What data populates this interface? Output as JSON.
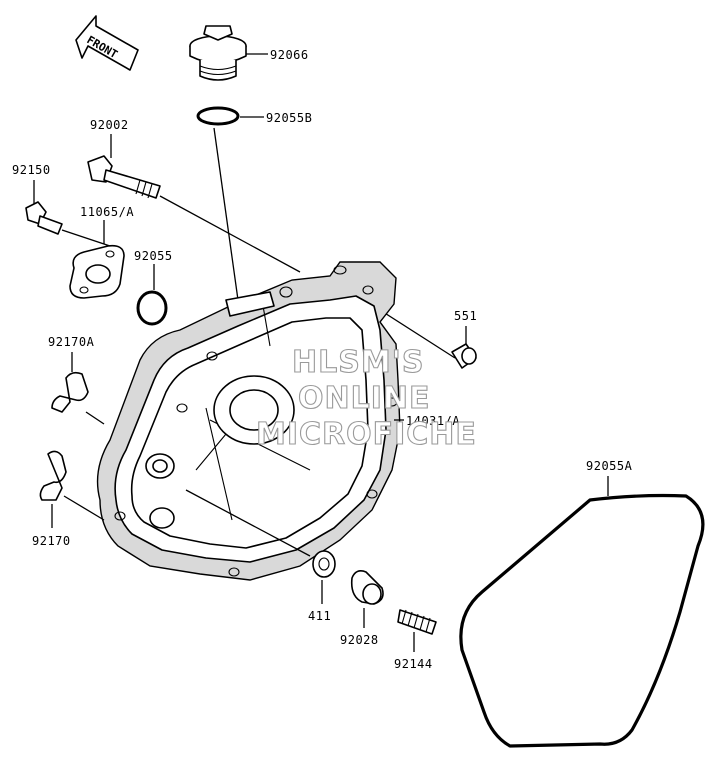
{
  "front_label": "FRONT",
  "watermark": {
    "line1": "HLSM'S",
    "line2": "ONLINE",
    "line3": "MICROFICHE"
  },
  "parts": [
    {
      "id": "92066",
      "label": "92066"
    },
    {
      "id": "92055B",
      "label": "92055B"
    },
    {
      "id": "92002",
      "label": "92002"
    },
    {
      "id": "92150",
      "label": "92150"
    },
    {
      "id": "11065A",
      "label": "11065/A"
    },
    {
      "id": "92055",
      "label": "92055"
    },
    {
      "id": "551",
      "label": "551"
    },
    {
      "id": "92170A",
      "label": "92170A"
    },
    {
      "id": "14031A",
      "label": "14031/A"
    },
    {
      "id": "92055A",
      "label": "92055A"
    },
    {
      "id": "92170",
      "label": "92170"
    },
    {
      "id": "411",
      "label": "411"
    },
    {
      "id": "92028",
      "label": "92028"
    },
    {
      "id": "92144",
      "label": "92144"
    }
  ]
}
